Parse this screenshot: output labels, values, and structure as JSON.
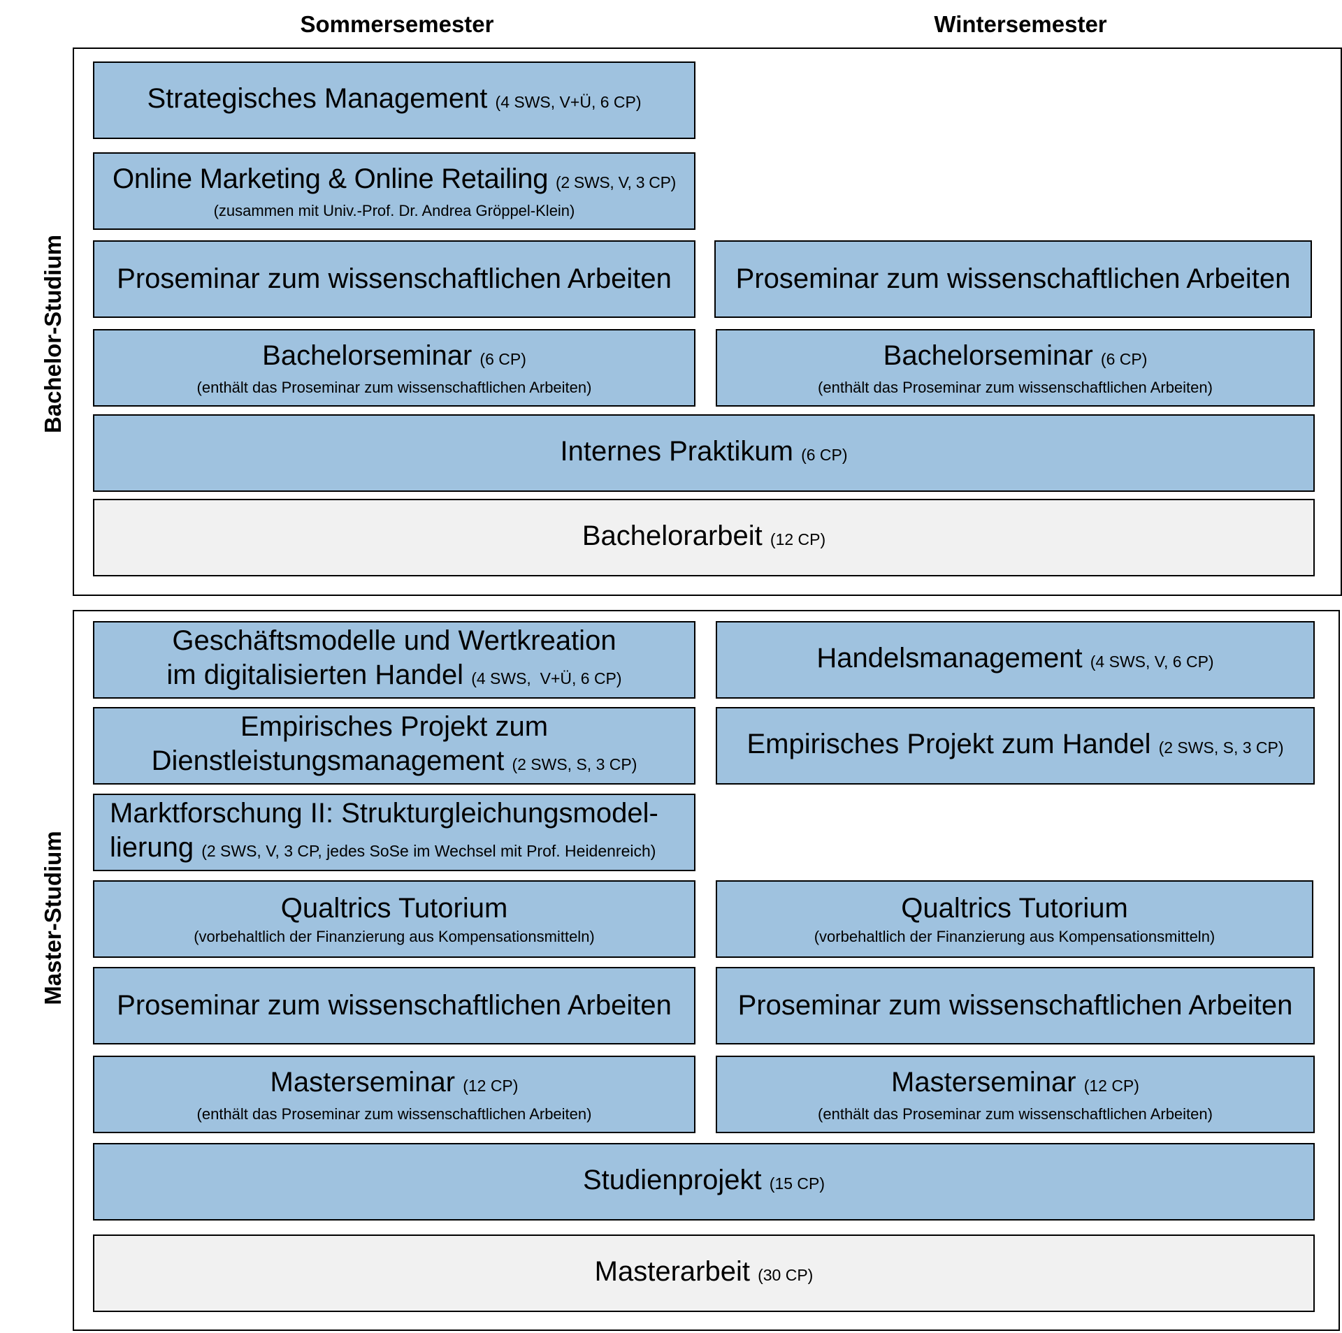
{
  "headers": {
    "summer": "Sommersemester",
    "winter": "Wintersemester"
  },
  "sections": {
    "bachelor": "Bachelor-Studium",
    "master": "Master-Studium"
  },
  "bachelor": {
    "strategisches": {
      "title": "Strategisches Management",
      "detail": "(4 SWS, V+Ü, 6 CP)"
    },
    "online": {
      "title": "Online Marketing & Online Retailing",
      "detail": "(2 SWS, V, 3 CP)",
      "note": "(zusammen mit Univ.-Prof. Dr. Andrea Gröppel-Klein)"
    },
    "proseminar_summer": {
      "title": "Proseminar zum wissenschaftlichen Arbeiten"
    },
    "proseminar_winter": {
      "title": "Proseminar zum wissenschaftlichen Arbeiten"
    },
    "seminar_summer": {
      "title": "Bachelorseminar",
      "detail": "(6 CP)",
      "note": "(enthält das Proseminar zum wissenschaftlichen Arbeiten)"
    },
    "seminar_winter": {
      "title": "Bachelorseminar",
      "detail": "(6 CP)",
      "note": "(enthält das Proseminar zum wissenschaftlichen Arbeiten)"
    },
    "praktikum": {
      "title": "Internes Praktikum",
      "detail": "(6 CP)"
    },
    "arbeit": {
      "title": "Bachelorarbeit",
      "detail": "(12 CP)"
    }
  },
  "master": {
    "geschaeft": {
      "line1": "Geschäftsmodelle und Wertkreation",
      "line2": "im digitalisierten Handel",
      "detail": "(4 SWS,  V+Ü, 6 CP)"
    },
    "handel": {
      "title": "Handelsmanagement",
      "detail": "(4 SWS, V, 6 CP)"
    },
    "empirisch_summer": {
      "line1": "Empirisches Projekt zum",
      "line2": "Dienstleistungsmanagement",
      "detail": "(2 SWS, S, 3 CP)"
    },
    "empirisch_winter": {
      "title": "Empirisches Projekt zum Handel",
      "detail": "(2 SWS, S, 3 CP)"
    },
    "marktforschung": {
      "line1": "Marktforschung II: Strukturgleichungsmodel-",
      "line2": "lierung",
      "detail": "(2 SWS, V, 3 CP, jedes SoSe im Wechsel mit Prof. Heidenreich)"
    },
    "qualtrics_summer": {
      "title": "Qualtrics Tutorium",
      "note": "(vorbehaltlich der Finanzierung aus Kompensationsmitteln)"
    },
    "qualtrics_winter": {
      "title": "Qualtrics Tutorium",
      "note": "(vorbehaltlich der Finanzierung aus Kompensationsmitteln)"
    },
    "proseminar_summer": {
      "title": "Proseminar zum wissenschaftlichen Arbeiten"
    },
    "proseminar_winter": {
      "title": "Proseminar zum wissenschaftlichen Arbeiten"
    },
    "seminar_summer": {
      "title": "Masterseminar",
      "detail": "(12 CP)",
      "note": "(enthält das Proseminar zum wissenschaftlichen Arbeiten)"
    },
    "seminar_winter": {
      "title": "Masterseminar",
      "detail": "(12 CP)",
      "note": "(enthält das Proseminar zum wissenschaftlichen Arbeiten)"
    },
    "studienprojekt": {
      "title": "Studienprojekt",
      "detail": "(15 CP)"
    },
    "arbeit": {
      "title": "Masterarbeit",
      "detail": "(30 CP)"
    }
  }
}
